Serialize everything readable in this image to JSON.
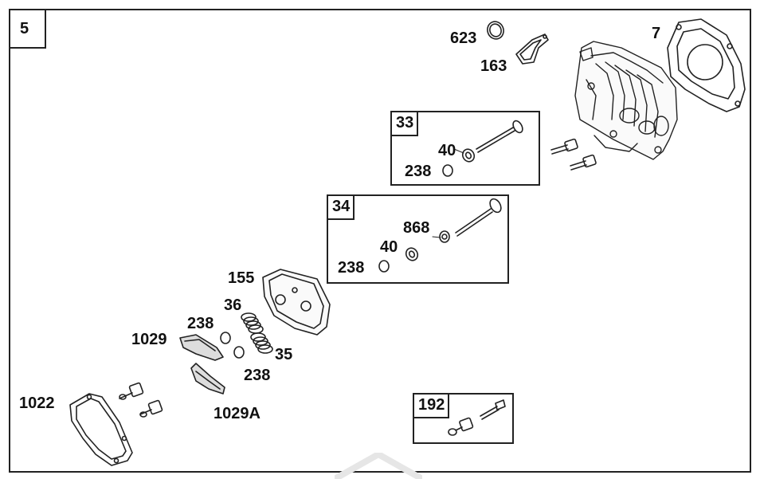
{
  "section_number": "5",
  "boxes": {
    "box_33": "33",
    "box_34": "34",
    "box_192": "192"
  },
  "labels": {
    "p623": "623",
    "p163": "163",
    "p7": "7",
    "p40a": "40",
    "p238a": "238",
    "p868": "868",
    "p40b": "40",
    "p238b": "238",
    "p155": "155",
    "p36": "36",
    "p238c": "238",
    "p1029": "1029",
    "p35": "35",
    "p238d": "238",
    "p1022": "1022",
    "p1029a": "1029A"
  }
}
